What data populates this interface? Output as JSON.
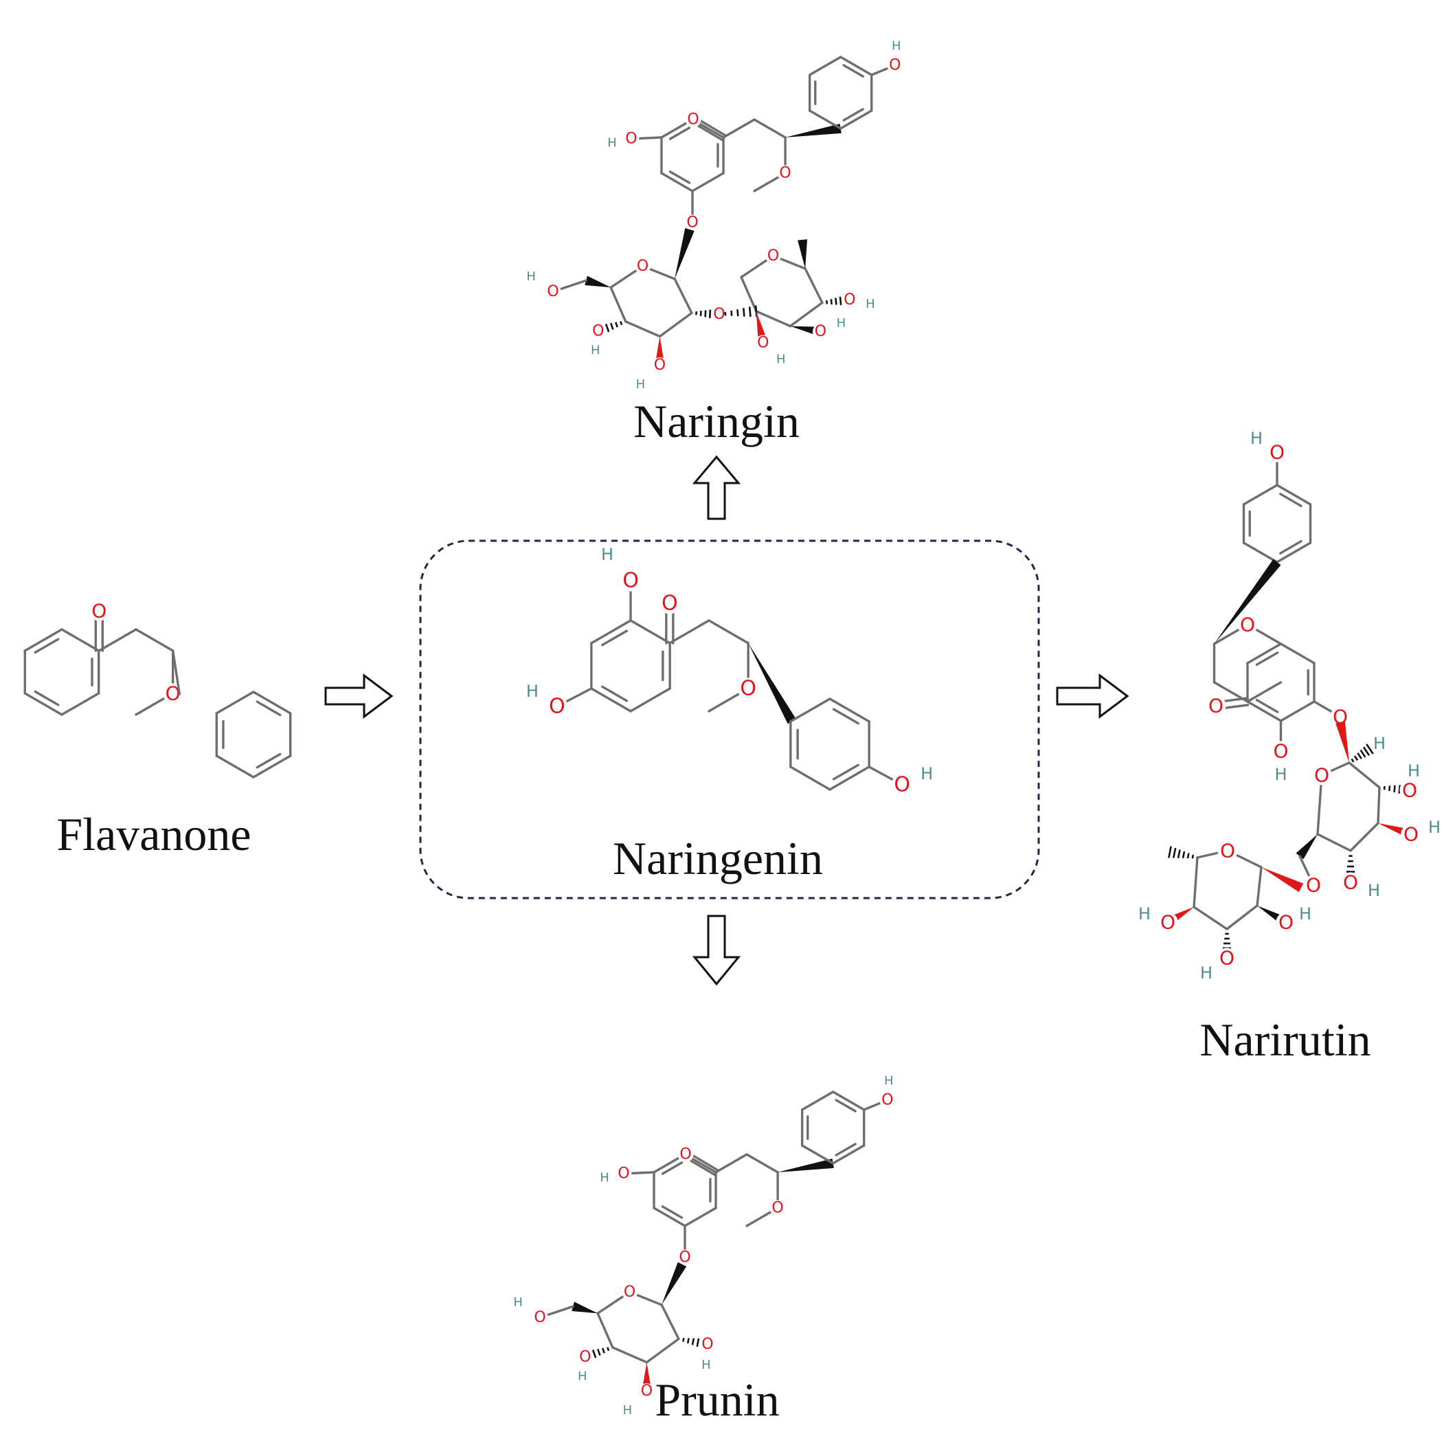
{
  "compounds": {
    "flavanone": {
      "name": "Flavanone"
    },
    "naringenin": {
      "name": "Naringenin"
    },
    "naringin": {
      "name": "Naringin"
    },
    "prunin": {
      "name": "Prunin"
    },
    "narirutin": {
      "name": "Narirutin"
    }
  },
  "atom_symbols": {
    "oxygen": "O",
    "hydrogen": "H"
  },
  "colors": {
    "oxygen": "#e8101a",
    "hydrogen": "#4f8c8c",
    "bond": "#6e6e6e",
    "frame": "#1d2a44"
  }
}
